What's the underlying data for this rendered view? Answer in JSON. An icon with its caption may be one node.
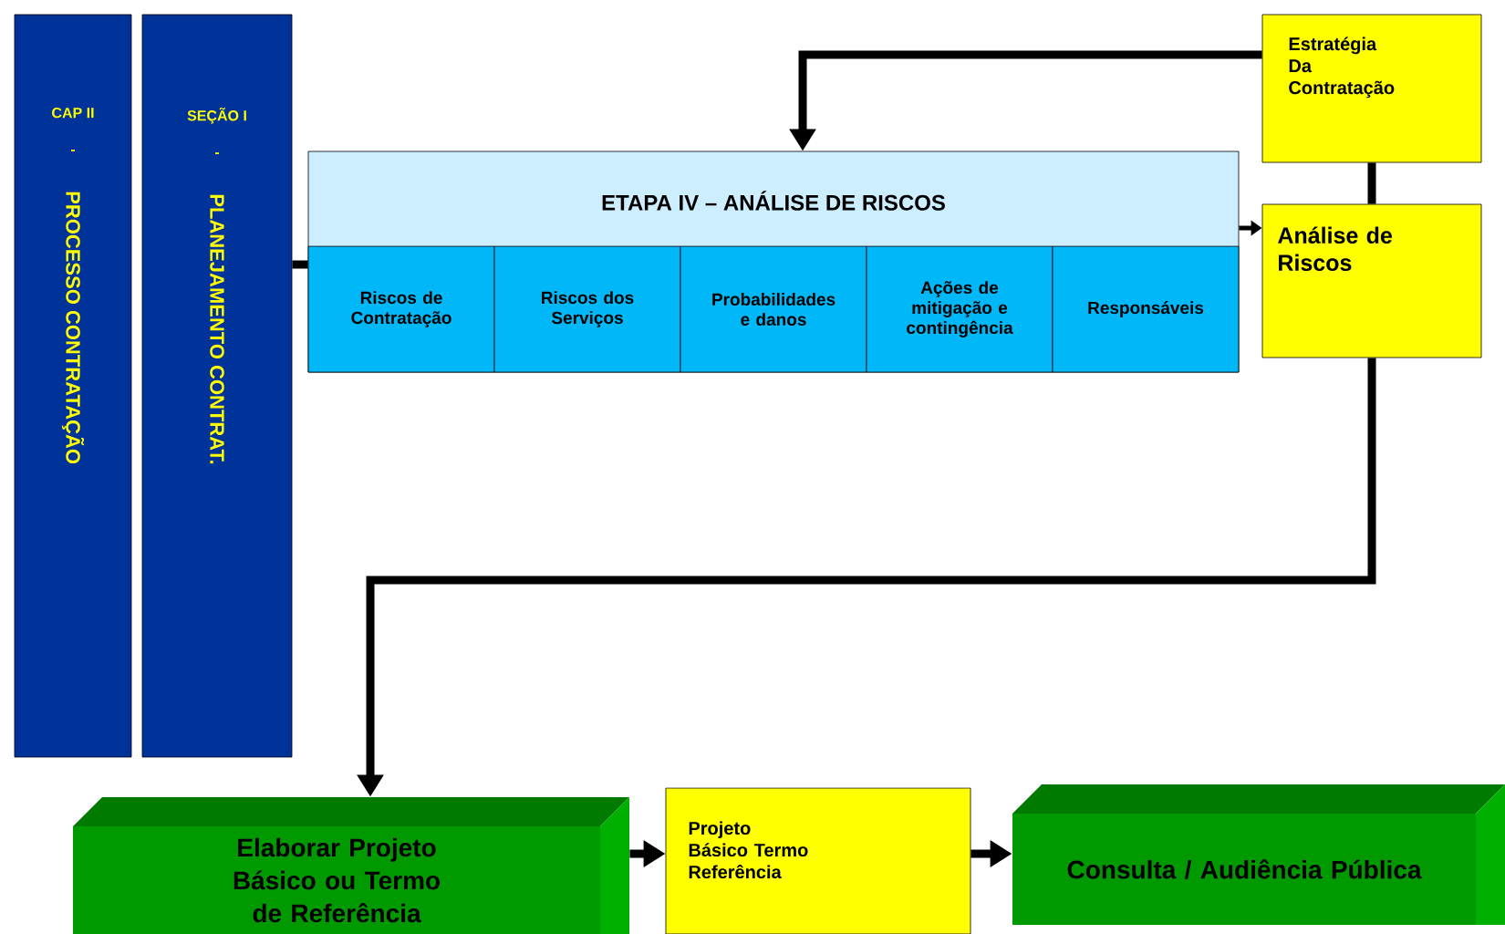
{
  "diagram": {
    "nodes": [
      {
        "text": [
          "CAP II",
          "-",
          "PROCESSO CONTRATAÇÃO"
        ]
      },
      {
        "text": [
          "SEÇÃO I",
          "-",
          "PLANEJAMENTO CONTRAT."
        ]
      },
      {
        "text": [
          "ETAPA IV – ANÁLISE DE RISCOS"
        ]
      },
      {
        "text": [
          "Riscos de Contratação"
        ],
        "in": 2
      },
      {
        "text": [
          "Riscos dos Serviços"
        ],
        "in": 2
      },
      {
        "text": [
          "Probabilidades e danos"
        ],
        "in": 2
      },
      {
        "text": [
          "Ações de mitigação e contingência"
        ],
        "in": 2
      },
      {
        "text": [
          "Responsáveis"
        ],
        "in": 2
      },
      {
        "text": [
          "Estratégia Da Contratação"
        ]
      },
      {
        "text": [
          "Análise de Riscos"
        ]
      },
      {
        "text": [
          "Elaborar Projeto Básico ou Termo de Referência"
        ]
      },
      {
        "text": [
          "Projeto Básico Termo Referência"
        ]
      },
      {
        "text": [
          "Consulta / Audiência Pública"
        ]
      }
    ],
    "edges": [
      {
        "from": 1,
        "to": 2,
        "arrow": "none"
      },
      {
        "from": 8,
        "to": 2,
        "arrow": "to"
      },
      {
        "from": 8,
        "to": 9,
        "arrow": "none"
      },
      {
        "from": 2,
        "to": 9,
        "arrow": "to"
      },
      {
        "from": 9,
        "to": 10,
        "arrow": "to"
      },
      {
        "from": 10,
        "to": 11,
        "arrow": "to"
      },
      {
        "from": 11,
        "to": 12,
        "arrow": "to"
      }
    ]
  }
}
